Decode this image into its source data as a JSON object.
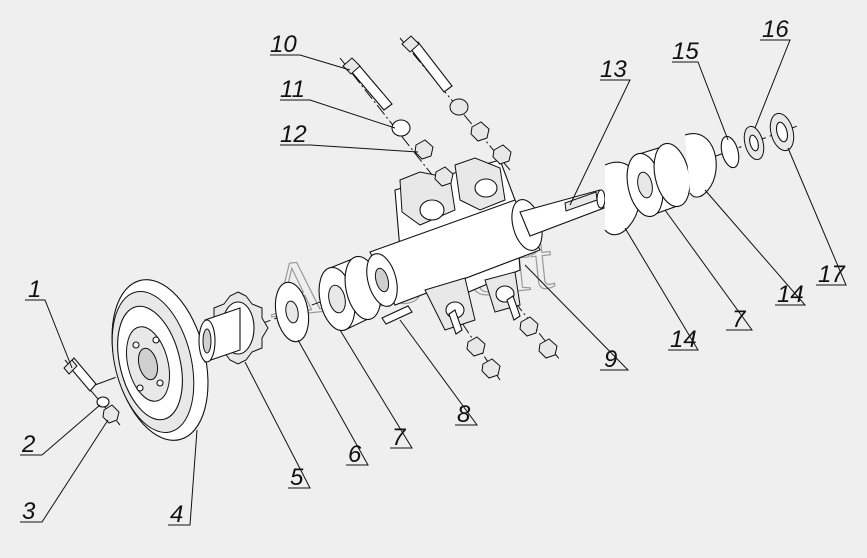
{
  "watermark": "AutoSoft",
  "callouts": [
    "1",
    "2",
    "3",
    "4",
    "5",
    "6",
    "7",
    "8",
    "9",
    "10",
    "11",
    "12",
    "13",
    "14",
    "14",
    "15",
    "16",
    "7",
    "17"
  ]
}
